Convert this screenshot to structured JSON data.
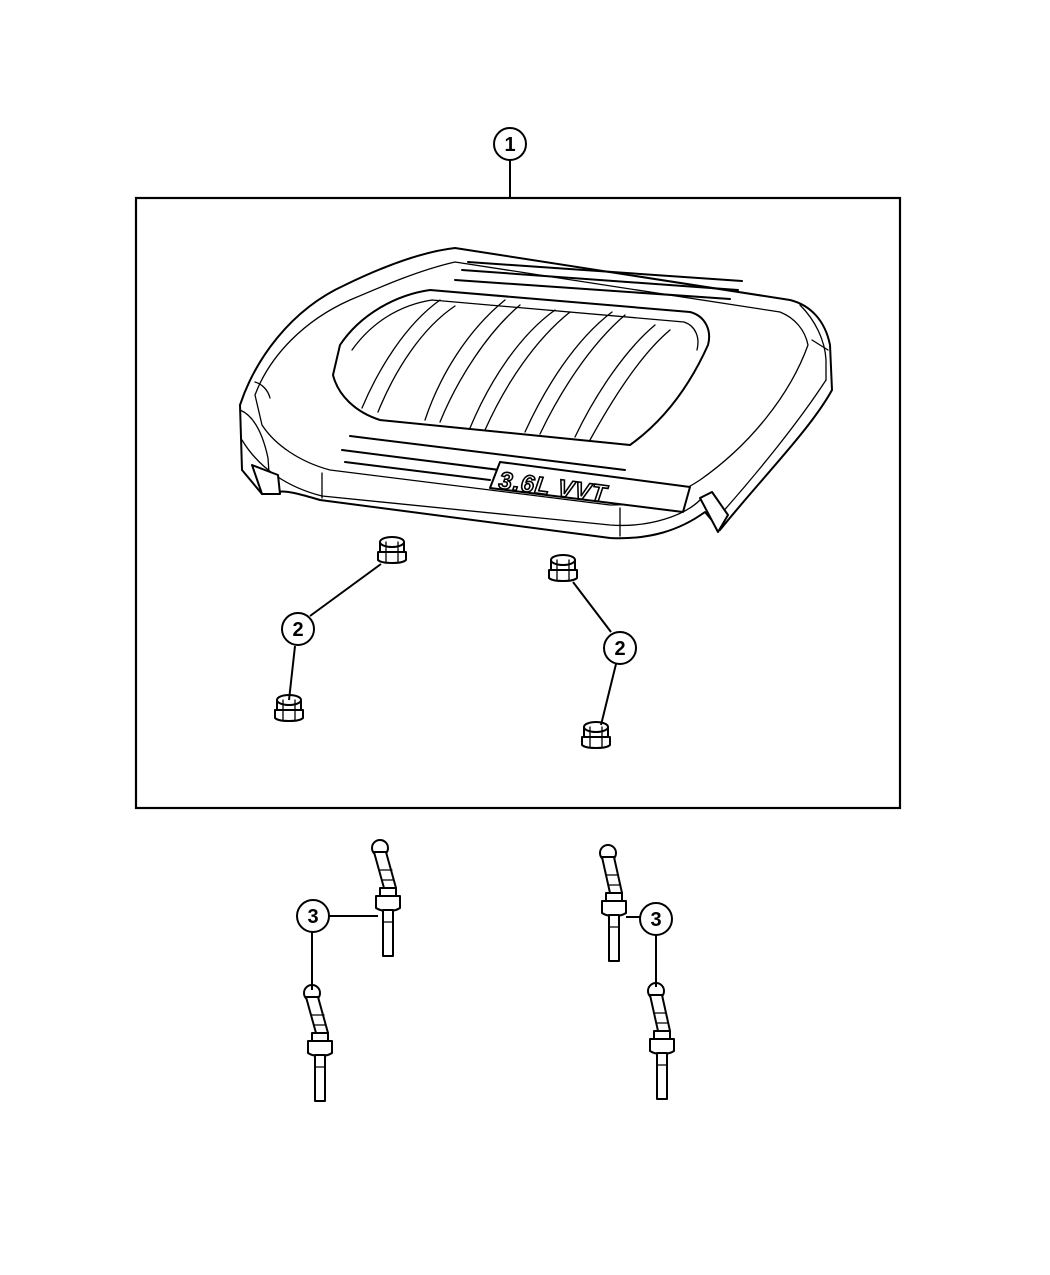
{
  "callouts": [
    {
      "id": "1",
      "label": "1"
    },
    {
      "id": "2a",
      "label": "2"
    },
    {
      "id": "2b",
      "label": "2"
    },
    {
      "id": "3a",
      "label": "3"
    },
    {
      "id": "3b",
      "label": "3"
    }
  ],
  "engine_cover": {
    "badge_text": "3.6L VVT"
  }
}
